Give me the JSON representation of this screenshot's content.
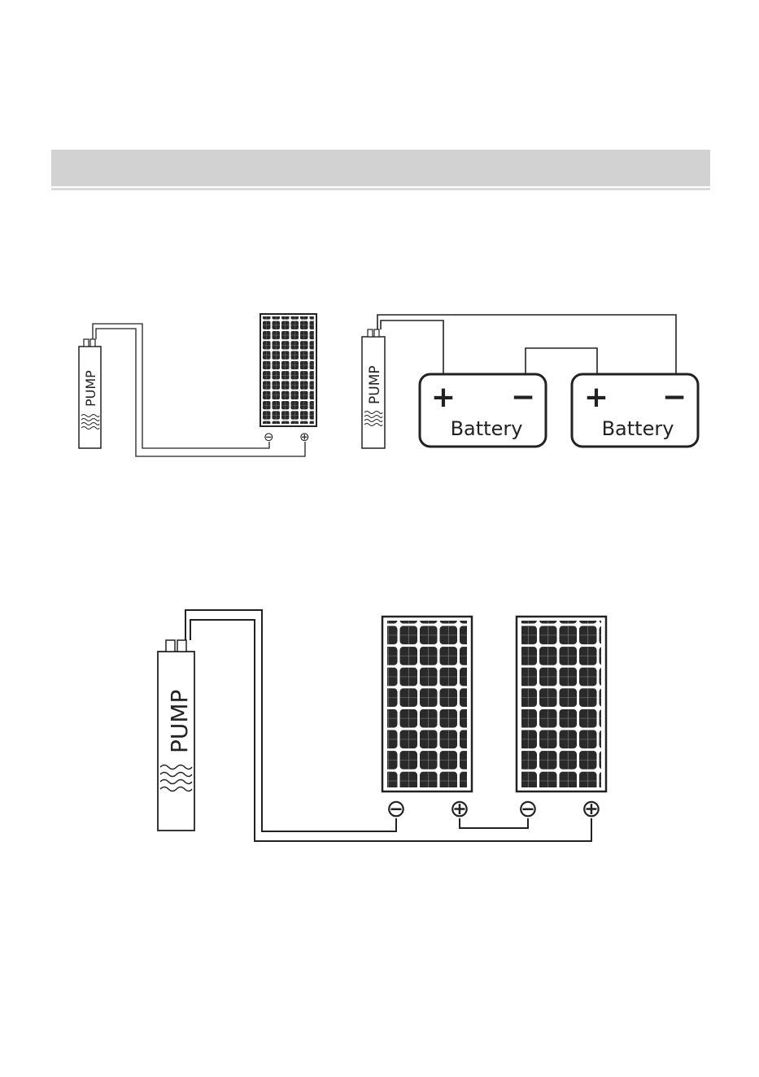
{
  "colors": {
    "header_bar": "#d2d2d2",
    "line": "#222222",
    "panel_cell": "#2a2a2a",
    "panel_grid": "#ffffff"
  },
  "diagram1": {
    "pump_label": "PUMP",
    "neg_symbol": "⊖",
    "pos_symbol": "⊕"
  },
  "diagram2": {
    "pump_label": "PUMP",
    "battery1": {
      "plus": "+",
      "minus": "−",
      "label": "Battery"
    },
    "battery2": {
      "plus": "+",
      "minus": "−",
      "label": "Battery"
    }
  },
  "diagram3": {
    "pump_label": "PUMP",
    "neg_symbol": "⊖",
    "pos_symbol": "⊕"
  },
  "icons": [
    "pump-icon",
    "solar-panel-icon",
    "battery-icon",
    "water-wave-icon"
  ]
}
